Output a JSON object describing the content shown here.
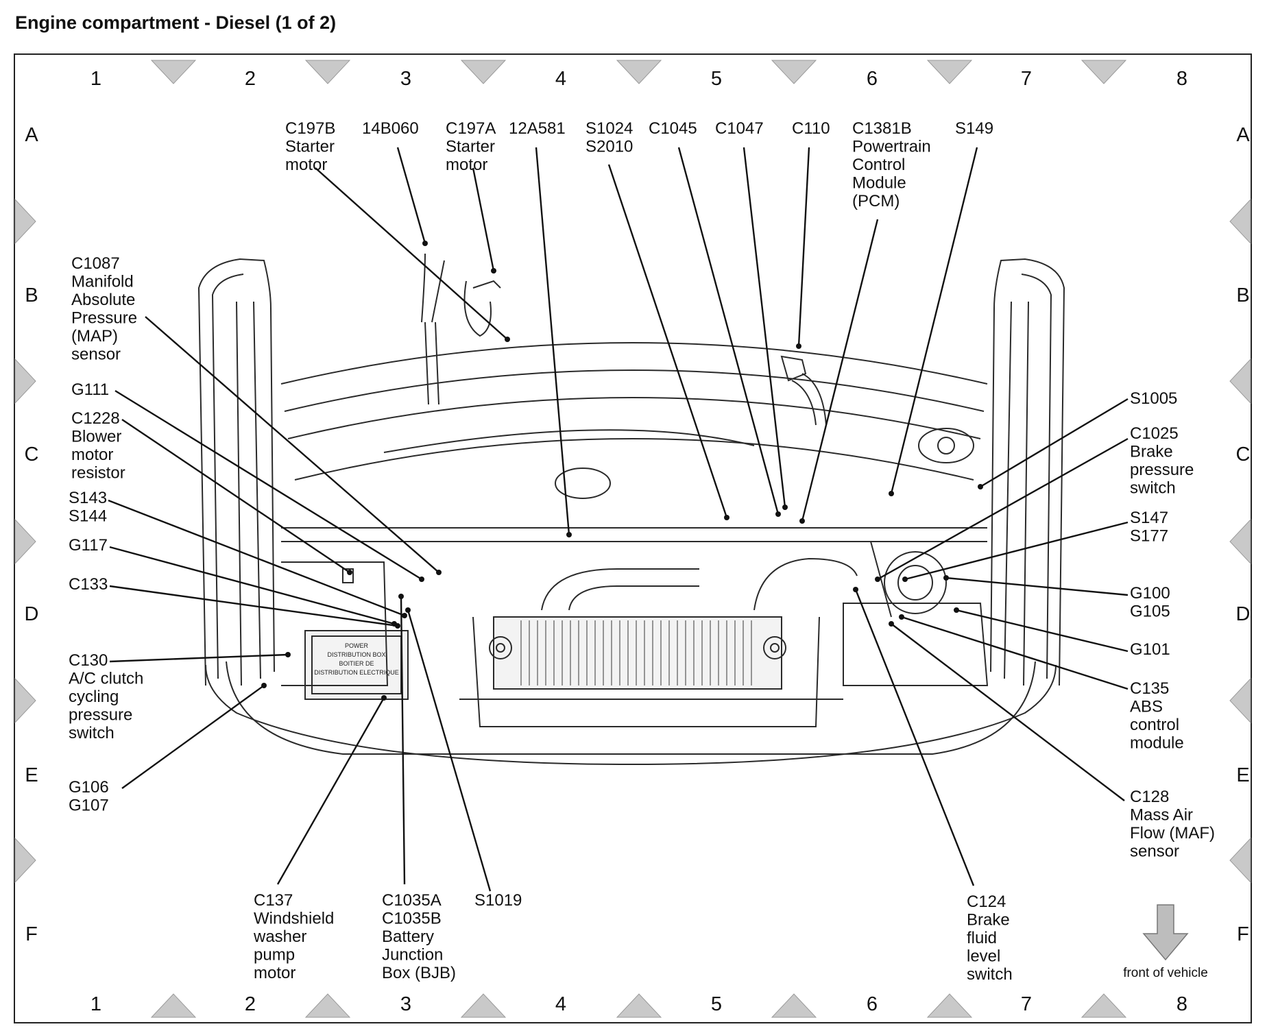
{
  "title": "Engine compartment - Diesel (1 of 2)",
  "grid": {
    "columns": [
      "1",
      "2",
      "3",
      "4",
      "5",
      "6",
      "7",
      "8"
    ],
    "rows": [
      "A",
      "B",
      "C",
      "D",
      "E",
      "F"
    ]
  },
  "labels": [
    {
      "id": "c197b",
      "lines": [
        "C197B",
        "Starter",
        "motor"
      ]
    },
    {
      "id": "14b060",
      "lines": [
        "14B060"
      ]
    },
    {
      "id": "c197a",
      "lines": [
        "C197A",
        "Starter",
        "motor"
      ]
    },
    {
      "id": "12a581",
      "lines": [
        "12A581"
      ]
    },
    {
      "id": "s1024",
      "lines": [
        "S1024",
        "S2010"
      ]
    },
    {
      "id": "c1045",
      "lines": [
        "C1045"
      ]
    },
    {
      "id": "c1047",
      "lines": [
        "C1047"
      ]
    },
    {
      "id": "c110",
      "lines": [
        "C110"
      ]
    },
    {
      "id": "c1381b",
      "lines": [
        "C1381B",
        "Powertrain",
        "Control",
        "Module",
        "(PCM)"
      ]
    },
    {
      "id": "s149",
      "lines": [
        "S149"
      ]
    },
    {
      "id": "c1087",
      "lines": [
        "C1087",
        "Manifold",
        "Absolute",
        "Pressure",
        "(MAP)",
        "sensor"
      ]
    },
    {
      "id": "g111",
      "lines": [
        "G111"
      ]
    },
    {
      "id": "c1228",
      "lines": [
        "C1228",
        "Blower",
        "motor",
        "resistor"
      ]
    },
    {
      "id": "s143",
      "lines": [
        "S143",
        "S144"
      ]
    },
    {
      "id": "g117",
      "lines": [
        "G117"
      ]
    },
    {
      "id": "c133",
      "lines": [
        "C133"
      ]
    },
    {
      "id": "c130",
      "lines": [
        "C130",
        "A/C clutch",
        "cycling",
        "pressure",
        "switch"
      ]
    },
    {
      "id": "g106",
      "lines": [
        "G106",
        "G107"
      ]
    },
    {
      "id": "c137",
      "lines": [
        "C137",
        "Windshield",
        "washer",
        "pump",
        "motor"
      ]
    },
    {
      "id": "c1035",
      "lines": [
        "C1035A",
        "C1035B",
        "Battery",
        "Junction",
        "Box (BJB)"
      ]
    },
    {
      "id": "s1019",
      "lines": [
        "S1019"
      ]
    },
    {
      "id": "s1005",
      "lines": [
        "S1005"
      ]
    },
    {
      "id": "c1025",
      "lines": [
        "C1025",
        "Brake",
        "pressure",
        "switch"
      ]
    },
    {
      "id": "s147",
      "lines": [
        "S147",
        "S177"
      ]
    },
    {
      "id": "g100",
      "lines": [
        "G100",
        "G105"
      ]
    },
    {
      "id": "g101",
      "lines": [
        "G101"
      ]
    },
    {
      "id": "c135",
      "lines": [
        "C135",
        "ABS",
        "control",
        "module"
      ]
    },
    {
      "id": "c128",
      "lines": [
        "C128",
        "Mass Air",
        "Flow (MAF)",
        "sensor"
      ]
    },
    {
      "id": "c124",
      "lines": [
        "C124",
        "Brake",
        "fluid",
        "level",
        "switch"
      ]
    }
  ],
  "box_text": [
    "POWER",
    "DISTRIBUTION BOX",
    "BOITIER DE",
    "DISTRIBUTION ELECTRIQUE"
  ],
  "front_indicator": {
    "label": "front of vehicle",
    "icon": "down-arrow-icon"
  }
}
